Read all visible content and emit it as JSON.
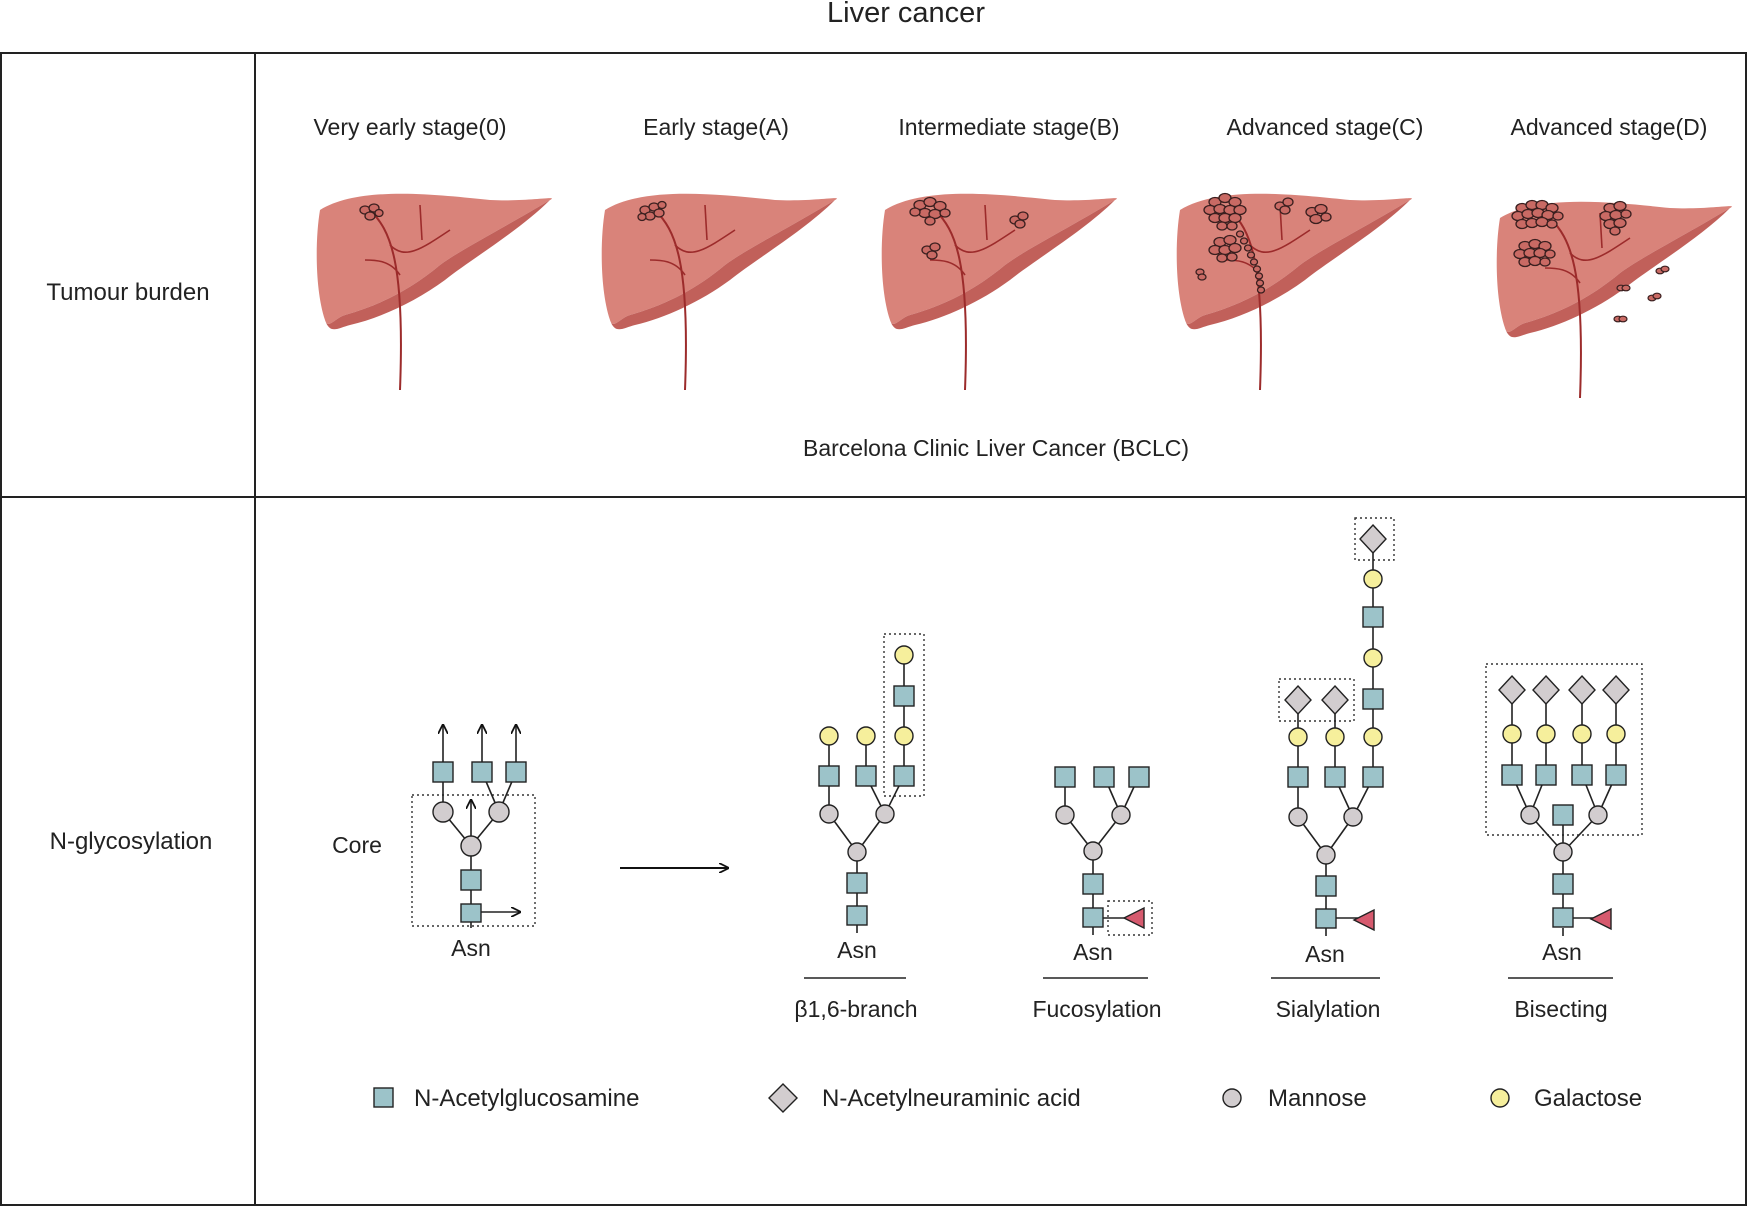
{
  "title": "Liver cancer",
  "rows": {
    "tumour": "Tumour burden",
    "glyco": "N-glycosylation"
  },
  "stages": [
    {
      "label": "Very early stage(0)"
    },
    {
      "label": "Early stage(A)"
    },
    {
      "label": "Intermediate stage(B)"
    },
    {
      "label": "Advanced stage(C)"
    },
    {
      "label": "Advanced stage(D)"
    }
  ],
  "bclc_caption": "Barcelona Clinic Liver Cancer (BCLC)",
  "core": {
    "label": "Core",
    "asn": "Asn"
  },
  "glycans": [
    {
      "asn": "Asn",
      "caption": "β1,6-branch"
    },
    {
      "asn": "Asn",
      "caption": "Fucosylation"
    },
    {
      "asn": "Asn",
      "caption": "Sialylation"
    },
    {
      "asn": "Asn",
      "caption": "Bisecting"
    }
  ],
  "legend": [
    {
      "shape": "square",
      "label": "N-Acetylglucosamine",
      "color": "#9cc3c9"
    },
    {
      "shape": "diamond",
      "label": "N-Acetylneuraminic acid",
      "color": "#d2cdcf"
    },
    {
      "shape": "circle",
      "label": "Mannose",
      "color": "#d2cdcf"
    },
    {
      "shape": "circle",
      "label": "Galactose",
      "color": "#f6ef9c"
    }
  ],
  "colors": {
    "liver": "#d9837a",
    "liver_dark": "#c1605a",
    "vessel": "#9c2b2b",
    "glcnac": "#9cc3c9",
    "mannose": "#d2cdcf",
    "galactose": "#f6ef9c",
    "neu5ac": "#d2cdcf",
    "fucose": "#d65a6e"
  }
}
